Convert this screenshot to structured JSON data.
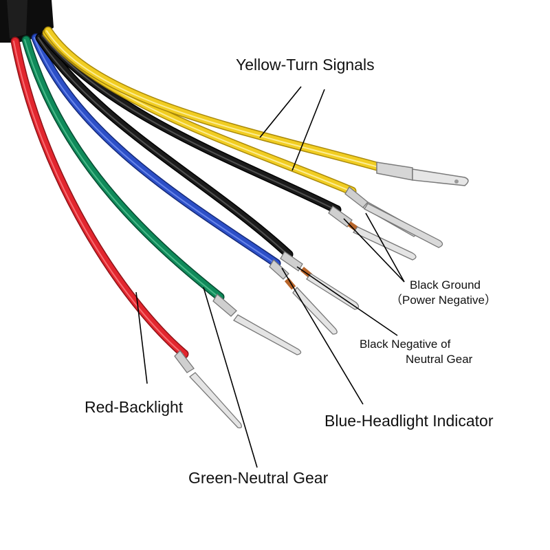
{
  "labels": {
    "yellow": "Yellow-Turn Signals",
    "black_ground_line1": "Black Ground",
    "black_ground_line2": "（Power Negative）",
    "black_neutral_line1": "Black  Negative of",
    "black_neutral_line2": "Neutral Gear",
    "blue": "Blue-Headlight Indicator",
    "red": "Red-Backlight",
    "green": "Green-Neutral Gear"
  },
  "wire_colors": {
    "yellow": "#f1cd22",
    "black": "#1a1a1a",
    "blue": "#2c4fc7",
    "green": "#0f8a5a",
    "red": "#e2262e",
    "terminal": "#c9c9c9",
    "copper": "#b8652a"
  },
  "icons": {
    "terminal": "crimp-terminal-icon",
    "connector": "spade-connector-icon"
  }
}
